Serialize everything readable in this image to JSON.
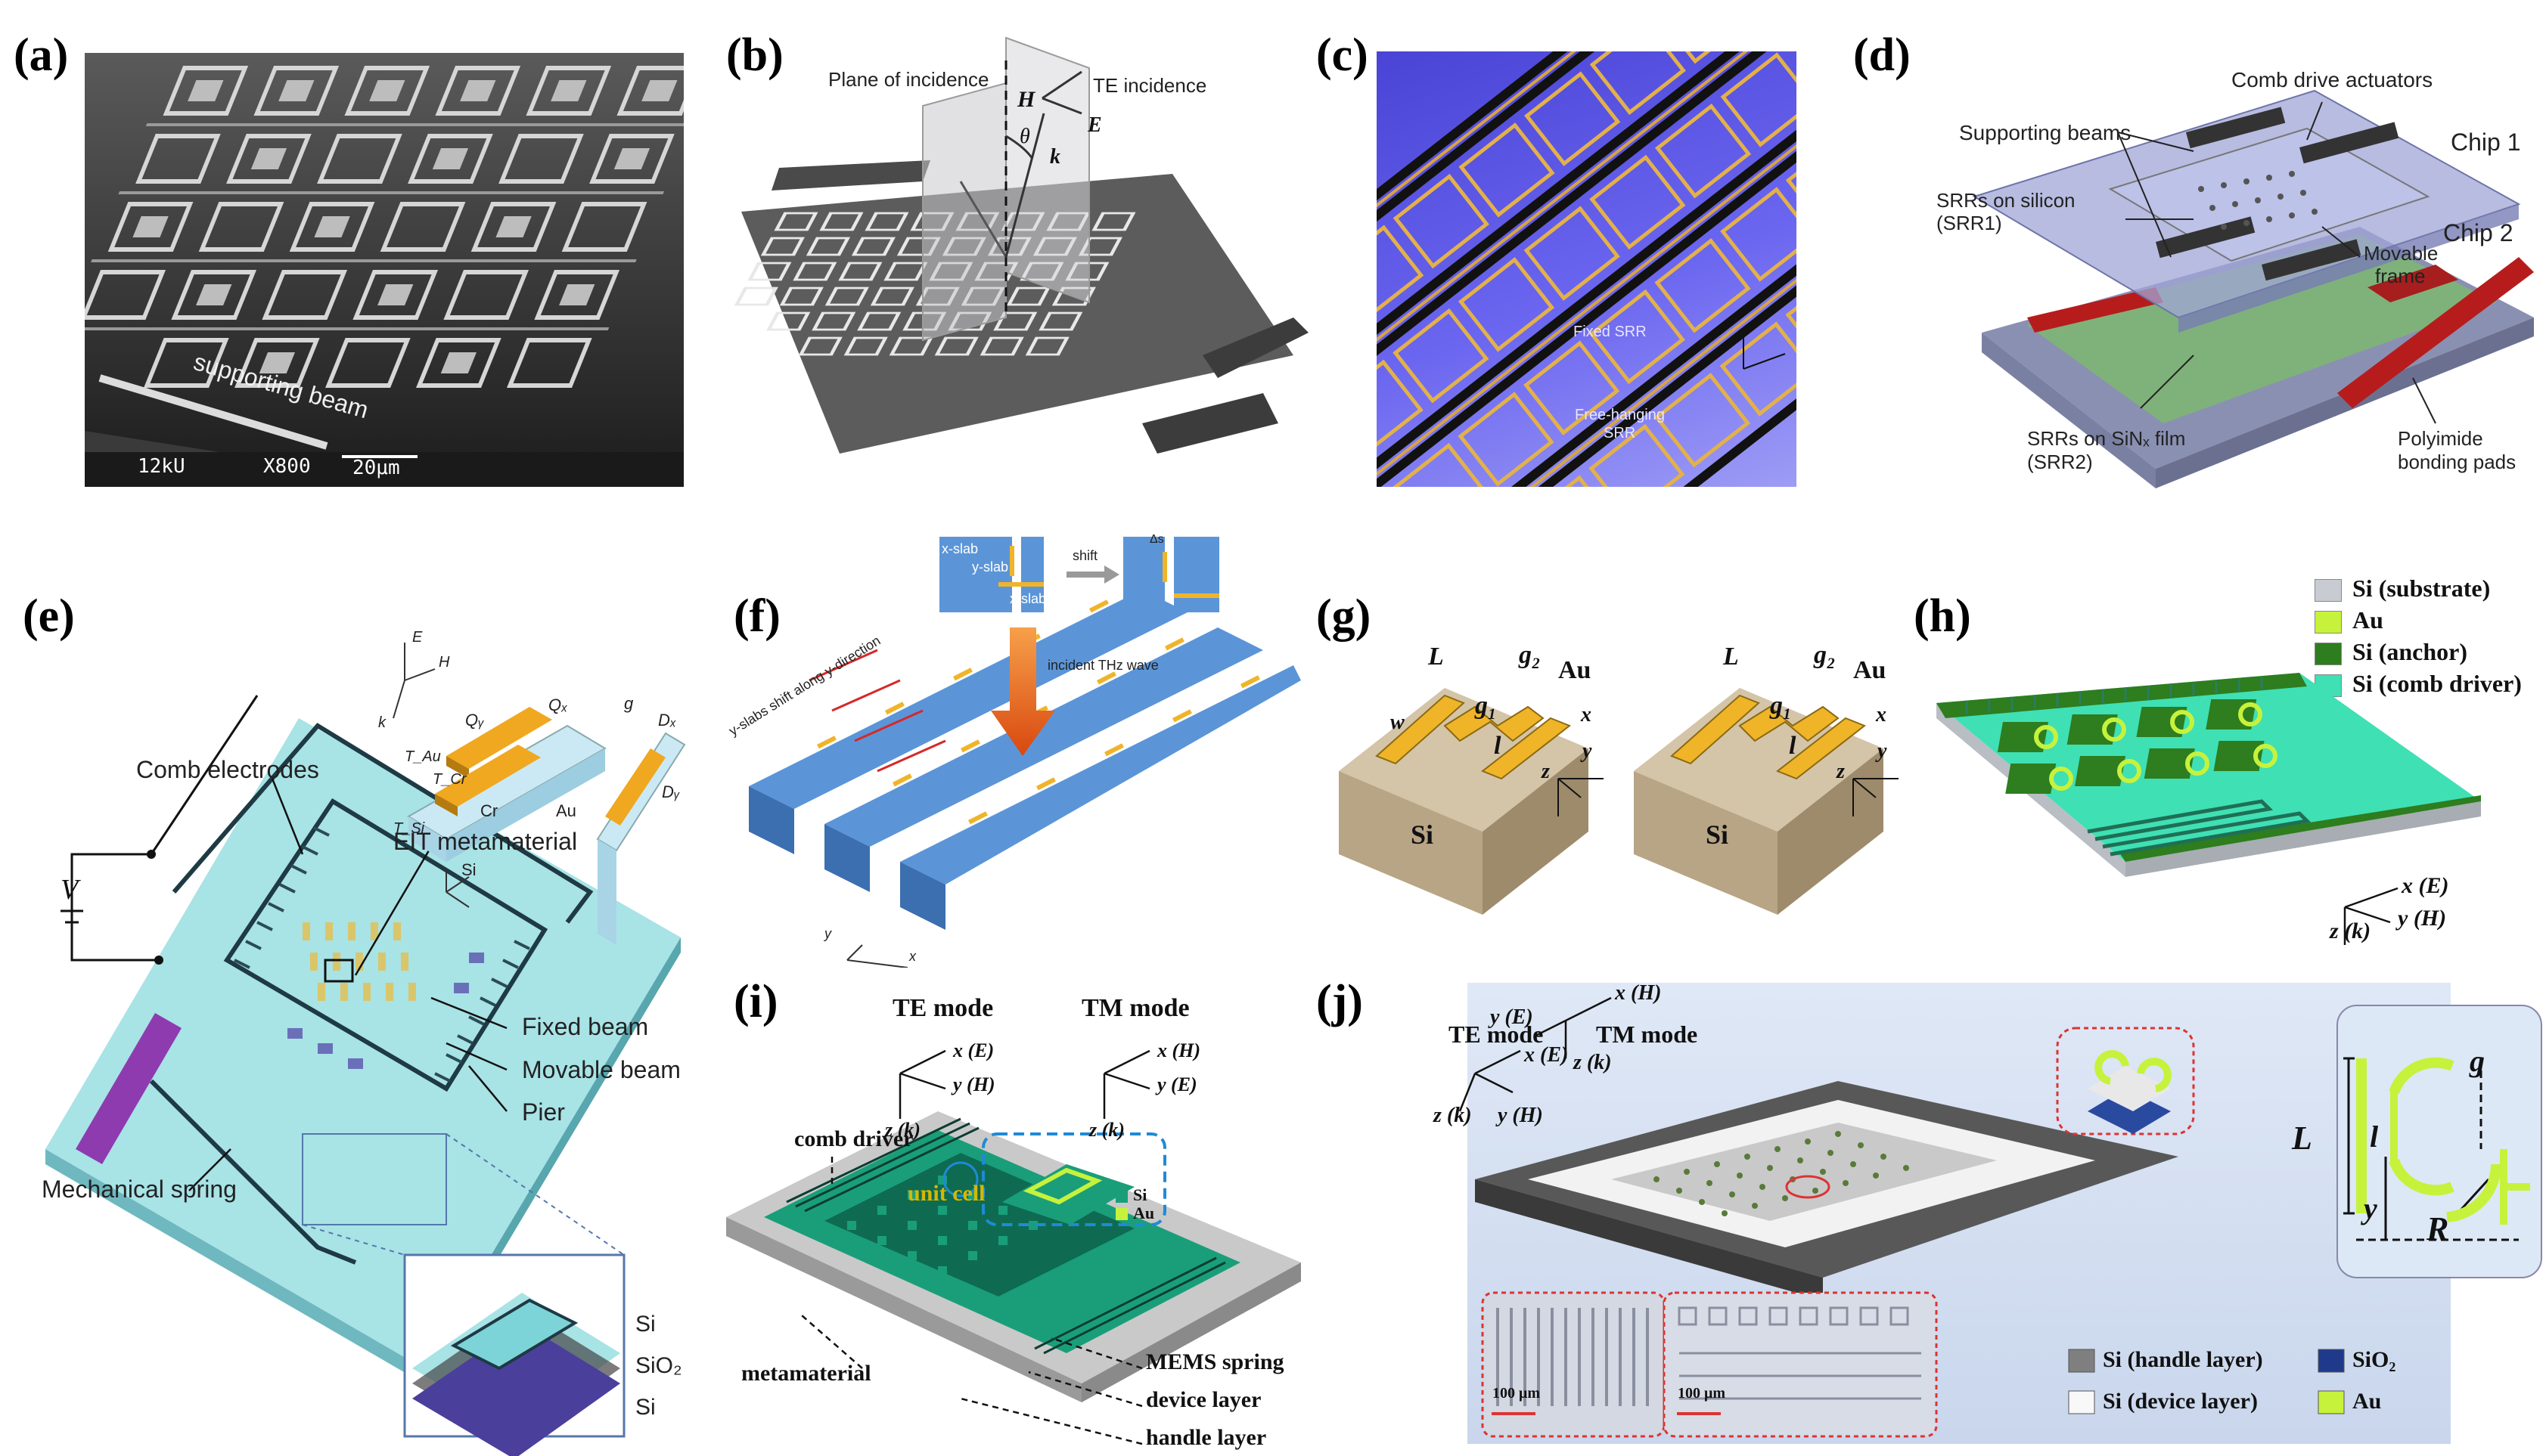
{
  "panels": {
    "a": {
      "label": "(a)",
      "beam_label": "supporting beam",
      "sem_kv": "12kU",
      "sem_mag": "X800",
      "sem_scale": "20μm"
    },
    "b": {
      "label": "(b)",
      "plane": "Plane of incidence",
      "te": "TE incidence",
      "h": "H",
      "e": "E",
      "k": "k",
      "theta": "θ"
    },
    "c": {
      "label": "(c)",
      "fixed": "Fixed SRR",
      "free1": "Free-hanging",
      "free2": "SRR"
    },
    "d": {
      "label": "(d)",
      "comb": "Comb drive actuators",
      "support": "Supporting beams",
      "chip1": "Chip 1",
      "chip2": "Chip 2",
      "srr_si_1": "SRRs on silicon",
      "srr_si_2": "(SRR1)",
      "movable_1": "Movable",
      "movable_2": "frame",
      "srr_sin_1": "SRRs on SiNₓ film",
      "srr_sin_2": "(SRR2)",
      "poly_1": "Polyimide",
      "poly_2": "bonding pads"
    },
    "e": {
      "label": "(e)",
      "v": "V",
      "comb": "Comb electrodes",
      "eit": "EIT metamaterial",
      "fixed": "Fixed beam",
      "movable": "Movable beam",
      "pier": "Pier",
      "spring": "Mechanical spring",
      "si1": "Si",
      "sio2": "SiO₂",
      "si2": "Si",
      "inset_cr": "Cr",
      "inset_au": "Au",
      "inset_si": "Si",
      "inset_e": "E",
      "inset_h": "H",
      "inset_k": "k",
      "inset_qy": "Qᵧ",
      "inset_qx": "Qₓ",
      "inset_g": "g",
      "inset_dx": "Dₓ",
      "inset_dy": "Dᵧ",
      "inset_tau": "T_Au",
      "inset_tcr": "T_Cr",
      "inset_tsi": "T_Si"
    },
    "f": {
      "label": "(f)",
      "xslab": "x-slab",
      "yslab": "y-slab",
      "xslab2": "x-slab",
      "shift": "shift",
      "ds": "Δs",
      "incident": "incident THz wave",
      "yshift": "y-slabs shift along y-direction",
      "y": "y",
      "x": "x"
    },
    "g": {
      "label": "(g)",
      "L": "L",
      "g2": "g₂",
      "g1": "g₁",
      "au": "Au",
      "w": "w",
      "l": "l",
      "x": "x",
      "y": "y",
      "z": "z",
      "si": "Si"
    },
    "h": {
      "label": "(h)",
      "legend": [
        {
          "text": "Si (substrate)",
          "color": "#c8ccd2"
        },
        {
          "text": "Au",
          "color": "#c6f23c"
        },
        {
          "text": "Si (anchor)",
          "color": "#2e7d1e"
        },
        {
          "text": "Si (comb driver)",
          "color": "#3fe0b4"
        }
      ],
      "xE": "x (E)",
      "yH": "y (H)",
      "zk": "z (k)"
    },
    "i": {
      "label": "(i)",
      "te": "TE mode",
      "tm": "TM mode",
      "te_x": "x (E)",
      "te_y": "y (H)",
      "te_z": "z (k)",
      "tm_x": "x (H)",
      "tm_y": "y (E)",
      "tm_z": "z (k)",
      "comb": "comb driver",
      "unit": "unit cell",
      "si": "Si",
      "au": "Au",
      "mems": "MEMS spring",
      "device": "device layer",
      "handle": "handle layer",
      "meta": "metamaterial"
    },
    "j": {
      "label": "(j)",
      "te": "TE mode",
      "tm": "TM mode",
      "te_x": "x (E)",
      "te_z": "z (k)",
      "te_y": "y (H)",
      "tm_x": "x (H)",
      "tm_y": "y (E)",
      "tm_z": "z (k)",
      "L": "L",
      "l": "l",
      "g": "g",
      "y": "y",
      "R": "R",
      "scale1": "100 μm",
      "scale2": "100 μm",
      "legend": [
        {
          "text": "Si (handle layer)",
          "color": "#7f7f7f"
        },
        {
          "text": "SiO₂",
          "color": "#1f3a8a"
        },
        {
          "text": "Si (device layer)",
          "color": "#f8f8f8"
        },
        {
          "text": "Au",
          "color": "#c6f23c"
        }
      ]
    }
  }
}
